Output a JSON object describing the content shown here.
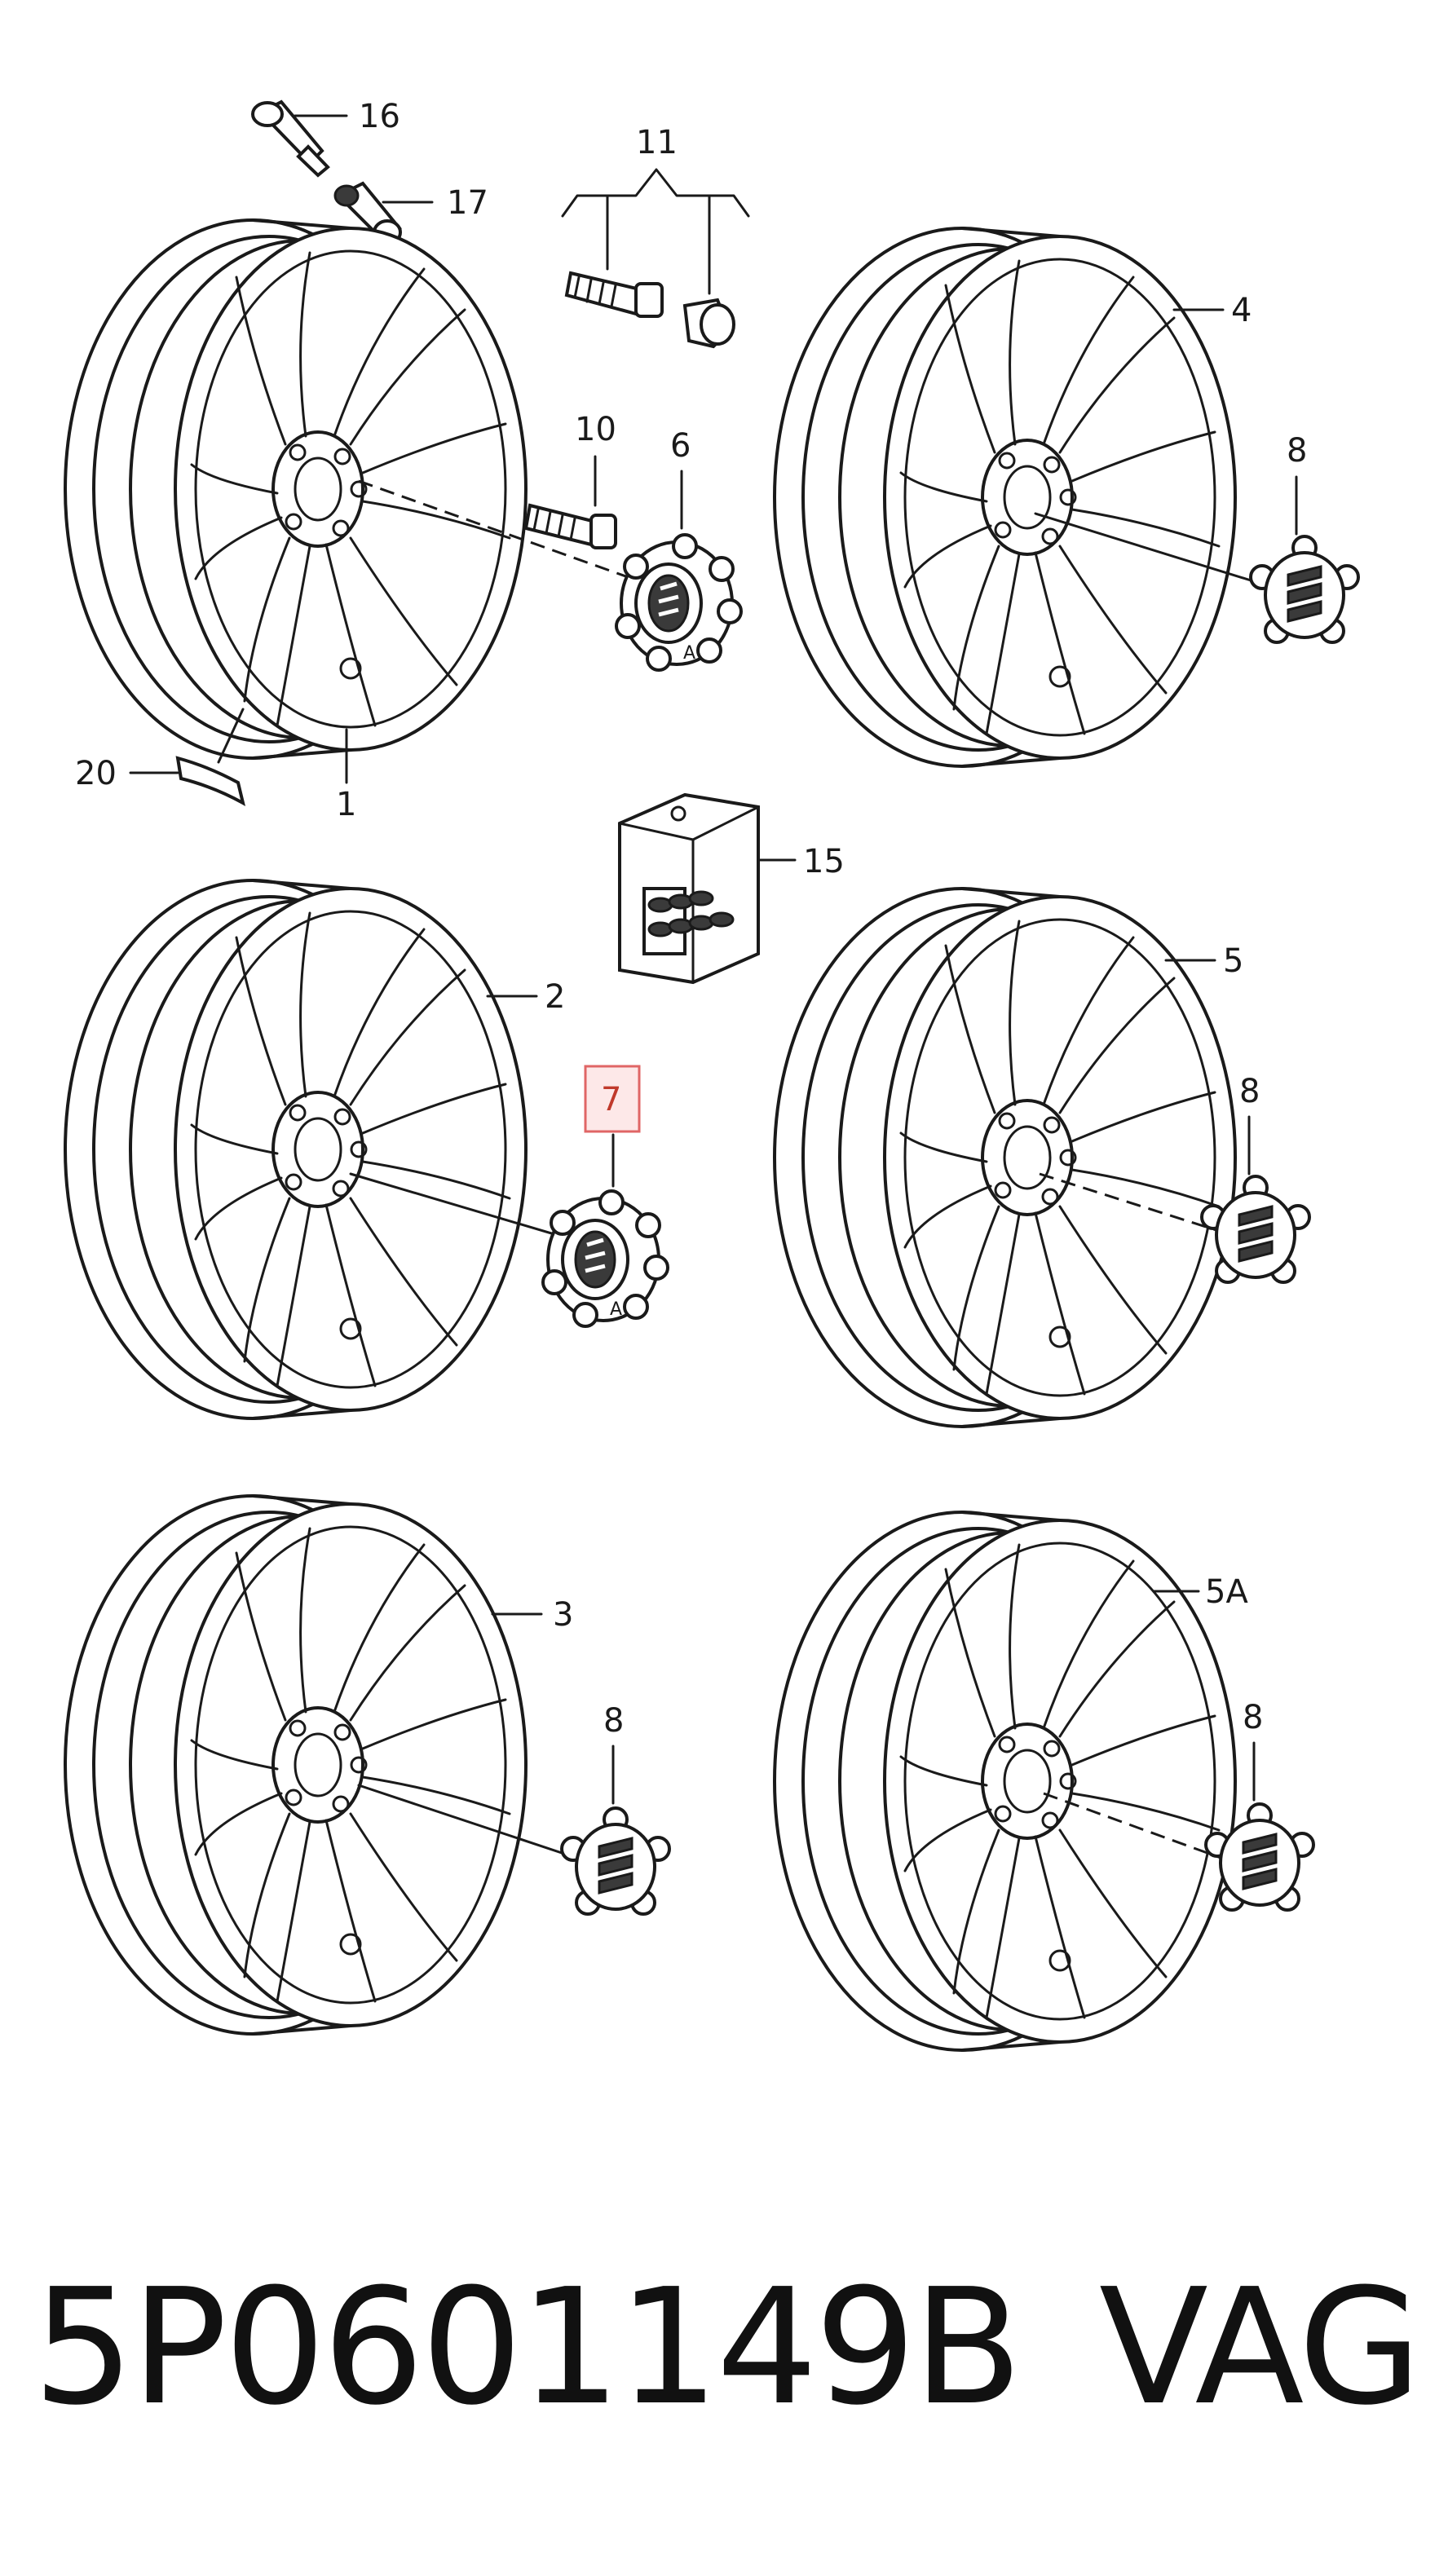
{
  "labels": {
    "l16": "16",
    "l17": "17",
    "l11": "11",
    "l10": "10",
    "l6": "6",
    "l4": "4",
    "l8a": "8",
    "l20": "20",
    "l1": "1",
    "l15": "15",
    "l2": "2",
    "l7": "7",
    "l5": "5",
    "l8b": "8",
    "l3": "3",
    "l5a": "5A",
    "l8c": "8",
    "l8d": "8"
  },
  "highlight_color": "#e06666",
  "caption": {
    "part_number": "5P0601149B",
    "brand": "VAG"
  }
}
